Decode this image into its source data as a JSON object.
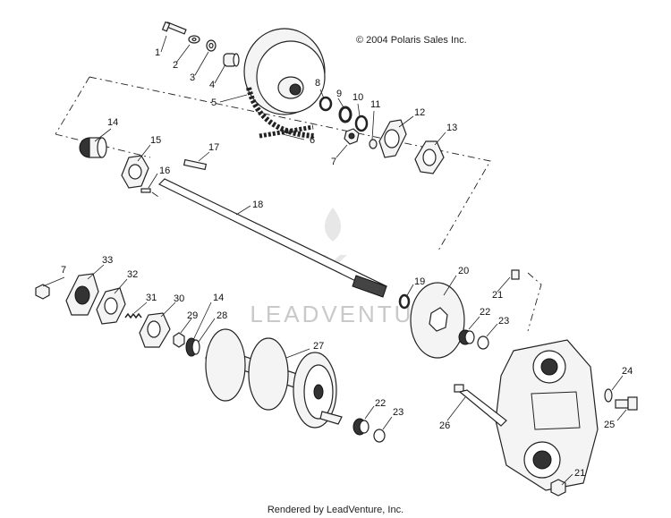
{
  "copyright": "© 2004 Polaris Sales Inc.",
  "footer": "Rendered by LeadVenture, Inc.",
  "watermark": "LEADVENTURE",
  "callouts": [
    "1",
    "2",
    "3",
    "4",
    "5",
    "6",
    "7",
    "8",
    "9",
    "10",
    "11",
    "12",
    "13",
    "14",
    "15",
    "16",
    "17",
    "18",
    "7",
    "33",
    "32",
    "31",
    "30",
    "14",
    "29",
    "28",
    "27",
    "19",
    "20",
    "21",
    "22",
    "23",
    "22",
    "23",
    "26",
    "24",
    "25",
    "21"
  ]
}
